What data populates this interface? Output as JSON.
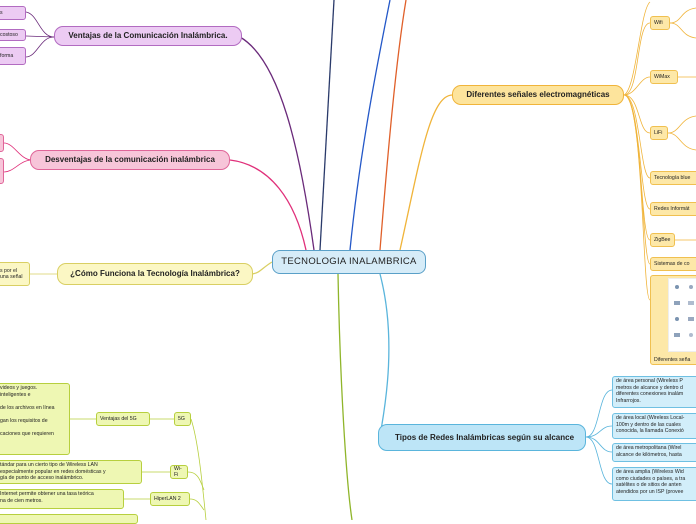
{
  "center": {
    "label": "TECNOLOGIA INALAMBRICA"
  },
  "branches": {
    "ventajas": {
      "label": "Ventajas de la Comunicación Inalámbrica.",
      "children": [
        "s",
        "costoso",
        "forma"
      ]
    },
    "desventajas": {
      "label": "Desventajas de la comunicación inalámbrica",
      "children": [
        "",
        ""
      ]
    },
    "funciona": {
      "label": "¿Cómo Funciona la Tecnología Inalámbrica?",
      "children": [
        "s por el\nuna señal"
      ]
    },
    "senales": {
      "label": "Diferentes señales electromagnéticas",
      "children": [
        "Wifi",
        "WiMax",
        "LiFi",
        "Tecnología blue",
        "Redes Informát",
        "ZigBee",
        "Sistemas de co"
      ],
      "image_caption": "Diferentes seña"
    },
    "tipos": {
      "label": "Tipos de Redes Inalámbricas según su alcance",
      "children": [
        "de área personal (Wireless P\nmetros de alcance y dentro d\ndiferentes conexiones inalám\nInfrarrojos.",
        "de área local (Wireless Local-\n100m y dentro de las cuales\nconocida, la llamada Conexió",
        "de área metropolitana (Wirel\nalcance de kilómetros, hasta",
        "de área amplia (Wireless Wid\ncomo ciudades o países, a tra\nsatélites o de sitios de anten\natendidos por un ISP (provee"
      ]
    },
    "bottom": {
      "fiveg_label": "5G",
      "fiveg_ventajas_label": "Ventajas del 5G",
      "fiveg_ventajas_text": "videos y juegos.\ninteligentes e\n\nde los archivos en línea\n\ngan los requisitos de\n\ncaciones que requieren",
      "wifi_label": "Wi-Fi",
      "wifi_text": "tándar para un cierto tipo de Wireless LAN\nespecialmente popular en redes domésticas y\ngía de punto de acceso inalámbrico.",
      "hiperlan_label": "HiperLAN 2",
      "hiperlan_text": "Internet permite obtener una tasa teórica\nna de cien metros."
    }
  }
}
